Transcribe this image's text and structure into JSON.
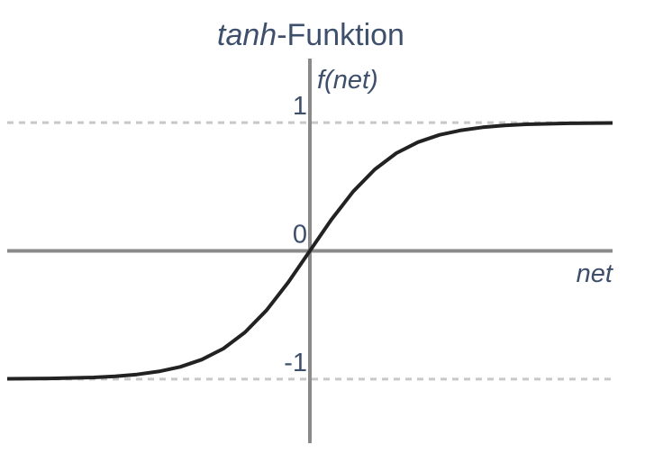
{
  "chart_data": {
    "type": "line",
    "title_italic": "tanh",
    "title_rest": "-Funktion",
    "xlabel": "net",
    "ylabel": "f(net)",
    "y_ticks": [
      {
        "value": 1,
        "label": "1"
      },
      {
        "value": 0,
        "label": "0"
      },
      {
        "value": -1,
        "label": "-1"
      }
    ],
    "asymptotes": [
      1,
      -1
    ],
    "xlim": [
      -3.5,
      3.5
    ],
    "ylim": [
      -1.5,
      1.5
    ],
    "series": [
      {
        "function": "tanh",
        "x": [
          -3.5,
          -3.0,
          -2.5,
          -2.25,
          -2.0,
          -1.75,
          -1.5,
          -1.25,
          -1.0,
          -0.75,
          -0.5,
          -0.25,
          0.0,
          0.25,
          0.5,
          0.75,
          1.0,
          1.25,
          1.5,
          1.75,
          2.0,
          2.25,
          2.5,
          3.0,
          3.5
        ],
        "y": [
          -0.998,
          -0.995,
          -0.987,
          -0.978,
          -0.964,
          -0.941,
          -0.905,
          -0.848,
          -0.762,
          -0.635,
          -0.462,
          -0.245,
          0.0,
          0.245,
          0.462,
          0.635,
          0.762,
          0.848,
          0.905,
          0.941,
          0.964,
          0.978,
          0.987,
          0.995,
          0.998
        ]
      }
    ],
    "colors": {
      "curve": "#222222",
      "axis": "#8a8a8a",
      "asymptote": "#c8c8c8",
      "text": "#3d4f6b"
    }
  }
}
